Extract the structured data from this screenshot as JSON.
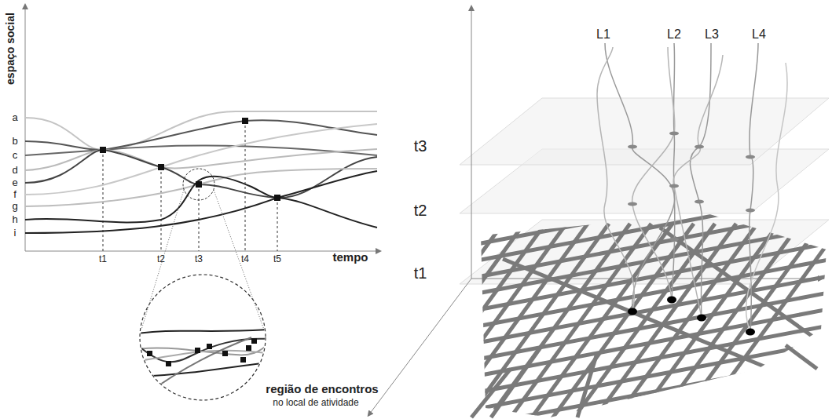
{
  "diagram": {
    "labels": [
      "espaço social",
      "a",
      "b",
      "c",
      "d",
      "e",
      "f",
      "g",
      "h",
      "i",
      "tempo",
      "t1",
      "t2",
      "t3",
      "t4",
      "t5",
      "região de encontros",
      "no local de atividade",
      "L1",
      "L2",
      "L3",
      "L4",
      "t3",
      "t2",
      "t1"
    ]
  }
}
